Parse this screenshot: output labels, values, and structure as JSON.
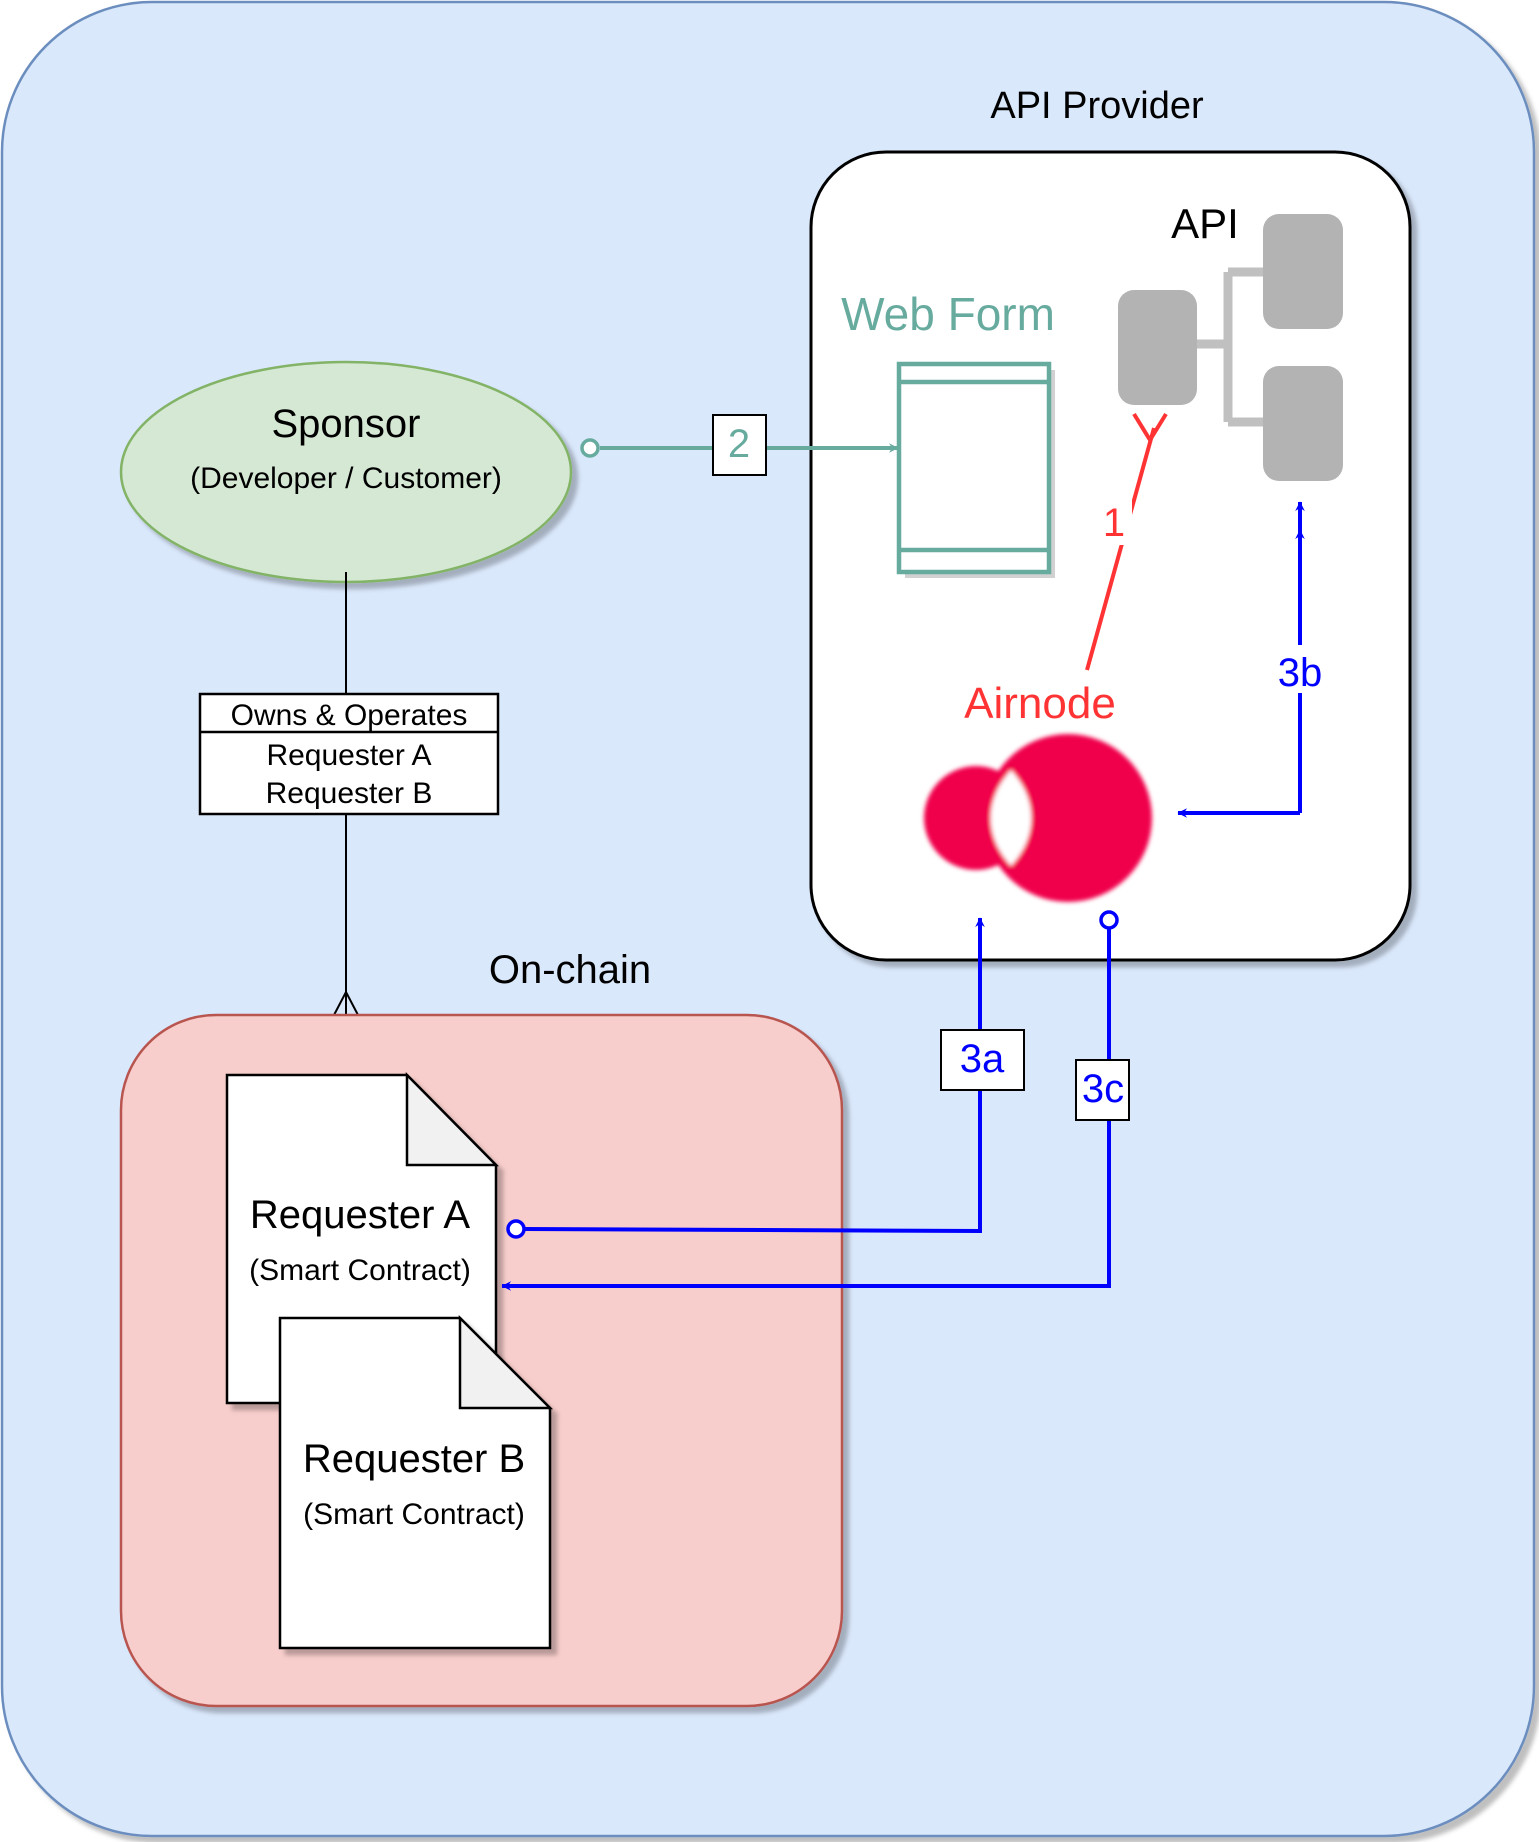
{
  "labels": {
    "api_provider": "API Provider",
    "api": "API",
    "web_form": "Web Form",
    "airnode": "Airnode",
    "on_chain": "On-chain",
    "sponsor_title": "Sponsor",
    "sponsor_subtitle": "(Developer / Customer)",
    "owns_header": "Owns & Operates",
    "owns_item_a": "Requester A",
    "owns_item_b": "Requester B",
    "requester_a_title": "Requester A",
    "requester_a_subtitle": "(Smart Contract)",
    "requester_b_title": "Requester B",
    "requester_b_subtitle": "(Smart Contract)"
  },
  "steps": {
    "step1": "1",
    "step2": "2",
    "step3a": "3a",
    "step3b": "3b",
    "step3c": "3c"
  },
  "colors": {
    "outer_fill": "#dae8fc",
    "outer_stroke": "#6c8ebf",
    "onchain_fill": "#f8cecc",
    "onchain_stroke": "#b85450",
    "sponsor_fill": "#d5e8d4",
    "sponsor_stroke": "#82b366",
    "teal": "#67ab9f",
    "red_line": "#ff3333",
    "blue": "#0000ff",
    "airnode_red": "#f0044c",
    "api_gray": "#b3b3b3"
  }
}
